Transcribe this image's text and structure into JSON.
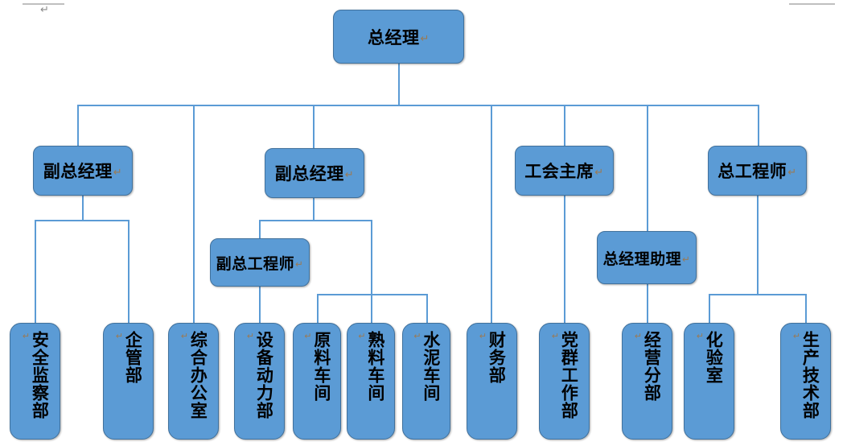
{
  "document": {
    "type": "organization-chart",
    "paragraph_mark": "↵",
    "accent_color": "#5B9BD5",
    "border_color": "#41719C",
    "text_color": "#000000",
    "background": "#ffffff",
    "stray_paragraph_mark": "↵"
  },
  "chart": {
    "root": {
      "label": "总经理",
      "mark": "↵"
    },
    "level2": [
      {
        "label": "副总经理",
        "mark": "↵"
      },
      {
        "label": "副总经理",
        "mark": "↵"
      },
      {
        "label": "工会主席",
        "mark": "↵"
      },
      {
        "label": "总工程师",
        "mark": "↵"
      }
    ],
    "level3": [
      {
        "label": "副总工程师",
        "mark": "↵"
      },
      {
        "label": "总经理助理",
        "mark": "↵"
      }
    ],
    "departments": [
      {
        "label": "安全监察部",
        "mark": "↵"
      },
      {
        "label": "企管部",
        "mark": "↵"
      },
      {
        "label": "综合办公室",
        "mark": "↵"
      },
      {
        "label": "设备动力部",
        "mark": "↵"
      },
      {
        "label": "原料车间",
        "mark": "↵"
      },
      {
        "label": "熟料车间",
        "mark": "↵"
      },
      {
        "label": "水泥车间",
        "mark": "↵"
      },
      {
        "label": "财务部",
        "mark": "↵"
      },
      {
        "label": "党群工作部",
        "mark": "↵"
      },
      {
        "label": "经营分部",
        "mark": "↵"
      },
      {
        "label": "化验室",
        "mark": "↵"
      },
      {
        "label": "生产技术部",
        "mark": "↵"
      }
    ]
  }
}
